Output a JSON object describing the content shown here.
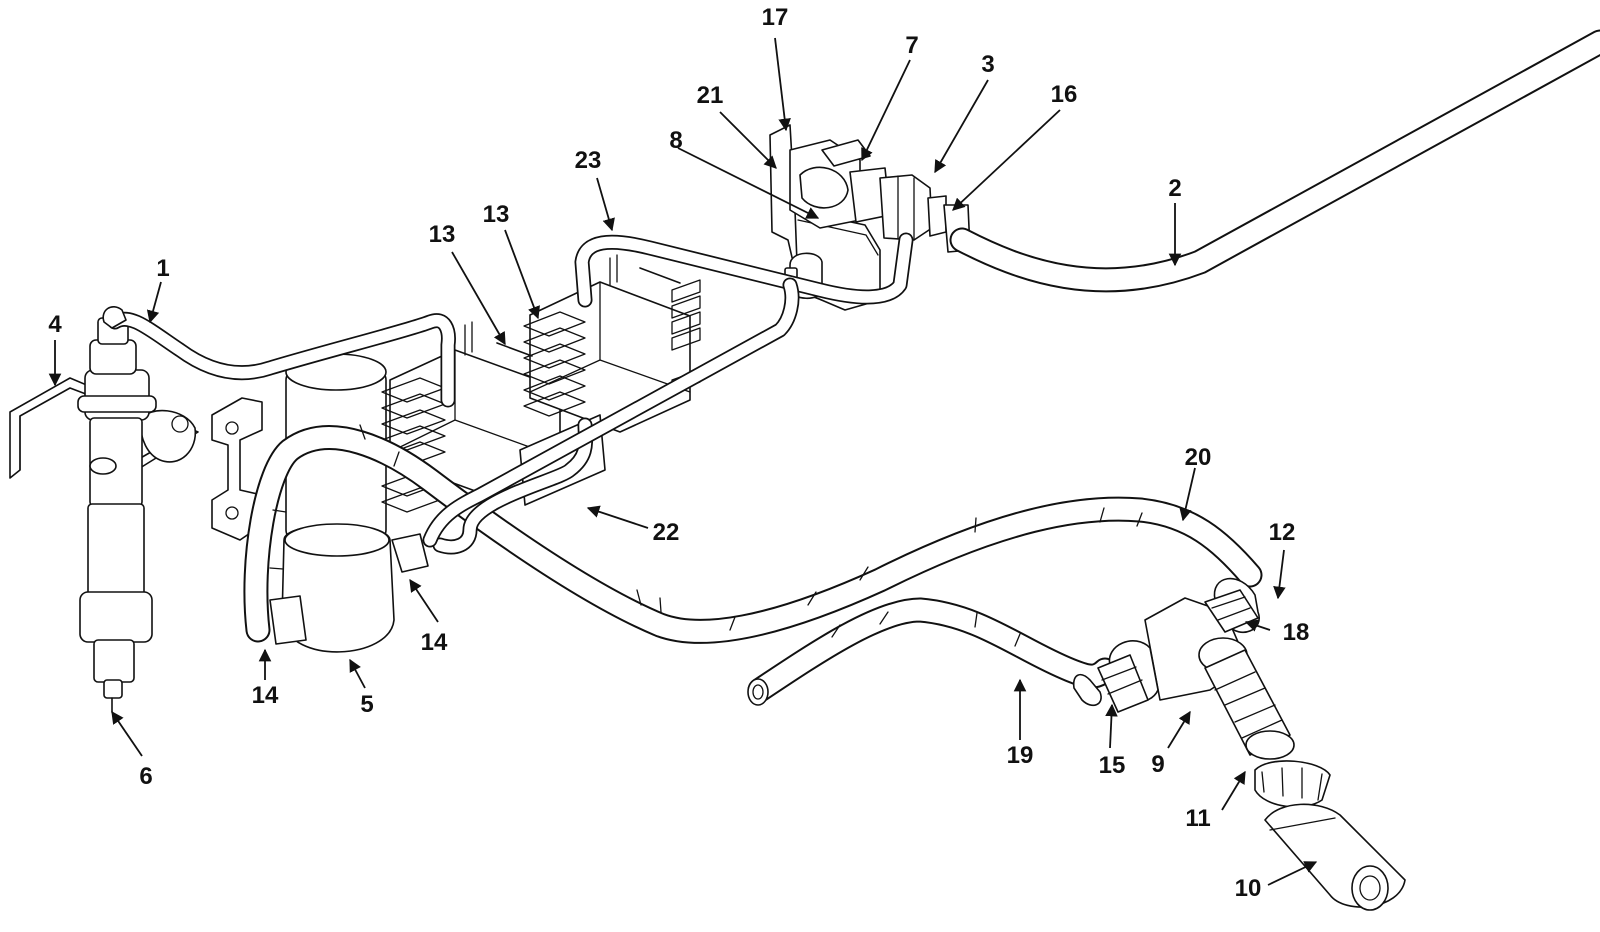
{
  "diagram": {
    "callouts": [
      "1",
      "2",
      "3",
      "4",
      "5",
      "6",
      "7",
      "8",
      "9",
      "10",
      "11",
      "12",
      "13",
      "13",
      "14",
      "14",
      "15",
      "16",
      "17",
      "18",
      "19",
      "20",
      "21",
      "22",
      "23"
    ]
  }
}
